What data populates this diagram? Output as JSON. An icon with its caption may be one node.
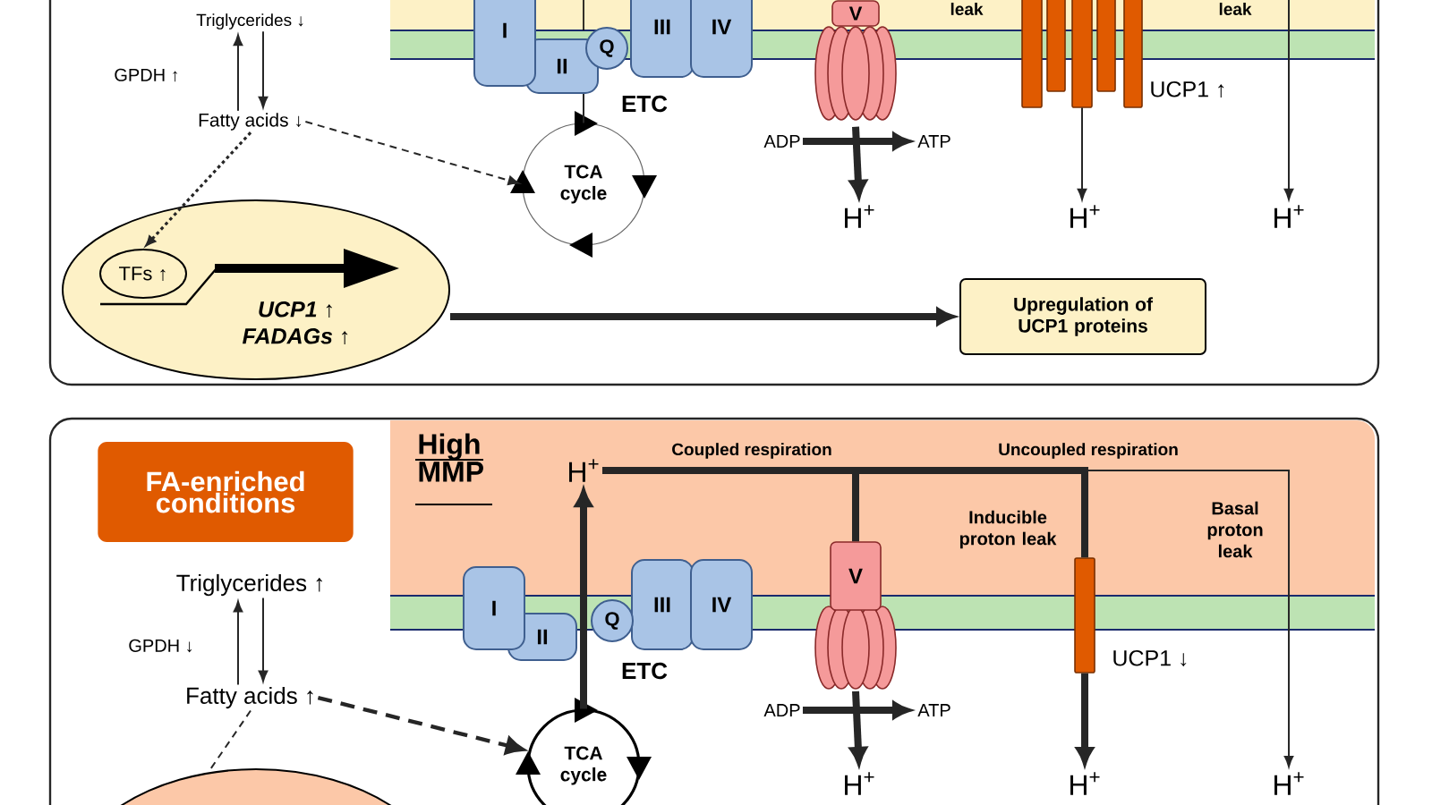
{
  "diagram": {
    "nodes": [
      {
        "text": [],
        "shape": "box"
      },
      {
        "text": [
          "Triglycerides ↓"
        ],
        "in": 0
      },
      {
        "text": [
          "Fatty acids ↓"
        ],
        "in": 0
      },
      {
        "text": [
          "UCP1 ↑ FADAGs ↑"
        ],
        "in": 0
      },
      {
        "text": [
          "TFs ↑"
        ],
        "in": 3
      },
      {
        "text": [
          "I"
        ],
        "in": 0
      },
      {
        "text": [
          "II"
        ],
        "in": 0
      },
      {
        "text": [
          "Q"
        ],
        "in": 0
      },
      {
        "text": [
          "III"
        ],
        "in": 0
      },
      {
        "text": [
          "IV"
        ],
        "in": 0
      },
      {
        "text": [
          "TCA cycle"
        ],
        "in": 0
      },
      {
        "text": [
          "V"
        ],
        "in": 0
      },
      {
        "text": [
          "ADP"
        ],
        "in": 0
      },
      {
        "text": [
          "ATP"
        ],
        "in": 0
      },
      {
        "text": [
          "H$^{+}$"
        ],
        "in": 0
      },
      {
        "text": [],
        "shape": "bar",
        "beside": [
          "UCP1 ↑"
        ],
        "in": 0
      },
      {
        "text": [
          "H$^{+}$"
        ],
        "in": 0
      },
      {
        "text": [
          "H$^{+}$"
        ],
        "in": 0
      },
      {
        "text": [
          "Upregulation of UCP1 proteins"
        ],
        "in": 0
      },
      {
        "text": [],
        "shape": "box"
      },
      {
        "text": [
          "FA-enriched conditions"
        ],
        "in": 19
      },
      {
        "text": [
          "H$^{+}$"
        ],
        "in": 19
      },
      {
        "text": [
          "Triglycerides ↑"
        ],
        "in": 19
      },
      {
        "text": [
          "Fatty acids ↑"
        ],
        "in": 19
      },
      {
        "text": [
          "I"
        ],
        "in": 19
      },
      {
        "text": [
          "II"
        ],
        "in": 19
      },
      {
        "text": [
          "Q"
        ],
        "in": 19
      },
      {
        "text": [
          "III"
        ],
        "in": 19
      },
      {
        "text": [
          "IV"
        ],
        "in": 19
      },
      {
        "text": [
          "V"
        ],
        "in": 19
      },
      {
        "text": [
          "ADP"
        ],
        "in": 19
      },
      {
        "text": [
          "ATP"
        ],
        "in": 19
      },
      {
        "text": [],
        "shape": "bar",
        "beside": [
          "UCP1 ↓"
        ],
        "in": 19
      },
      {
        "text": [
          "TCA cycle"
        ],
        "in": 19
      },
      {
        "text": [
          "H$^{+}$"
        ],
        "in": 19
      },
      {
        "text": [
          "H$^{+}$"
        ],
        "in": 19
      },
      {
        "text": [
          "H$^{+}$"
        ],
        "in": 19
      },
      {
        "text": [],
        "shape": "ellipse",
        "in": 19
      }
    ],
    "edges": [
      {
        "from": 2,
        "to": 1,
        "arrow": "to"
      },
      {
        "from": 1,
        "to": 2,
        "arrow": "to"
      },
      {
        "from": 2,
        "to": 4,
        "arrow": "to",
        "style": "dashed"
      },
      {
        "from": 2,
        "to": 10,
        "arrow": "to",
        "style": "dashed"
      },
      {
        "from": 10,
        "to": 6,
        "arrow": "none"
      },
      {
        "from": 12,
        "to": 13,
        "arrow": "to",
        "style": "thick"
      },
      {
        "from": 11,
        "to": 14,
        "arrow": "to",
        "style": "thick"
      },
      {
        "from": 15,
        "to": 16,
        "arrow": "to"
      },
      {
        "from": null,
        "to": 17,
        "arrow": "to"
      },
      {
        "from": 3,
        "to": 18,
        "arrow": "to",
        "style": "thick"
      },
      {
        "from": 23,
        "to": 22,
        "arrow": "to"
      },
      {
        "from": 22,
        "to": 23,
        "arrow": "to"
      },
      {
        "from": 23,
        "to": 37,
        "arrow": "none",
        "style": "dashed"
      },
      {
        "from": 23,
        "to": 33,
        "arrow": "to",
        "style": "dashed"
      },
      {
        "from": 33,
        "to": 21,
        "arrow": "to",
        "style": "thick"
      },
      {
        "from": 21,
        "to": 29,
        "arrow": "none",
        "style": "thick"
      },
      {
        "from": 29,
        "to": 34,
        "arrow": "to",
        "style": "thick"
      },
      {
        "from": 30,
        "to": 31,
        "arrow": "to",
        "style": "thick"
      },
      {
        "from": 21,
        "to": 32,
        "arrow": "none",
        "style": "thick"
      },
      {
        "from": 32,
        "to": 35,
        "arrow": "to",
        "style": "thick"
      },
      {
        "from": 21,
        "to": 36,
        "arrow": "to"
      }
    ],
    "labels": [
      "leak",
      "leak",
      "GPDH ↑",
      "ETC",
      "High MMP",
      "Coupled respiration",
      "Uncoupled respiration",
      "Inducible proton leak",
      "Basal proton leak",
      "GPDH ↓",
      "ETC"
    ]
  }
}
